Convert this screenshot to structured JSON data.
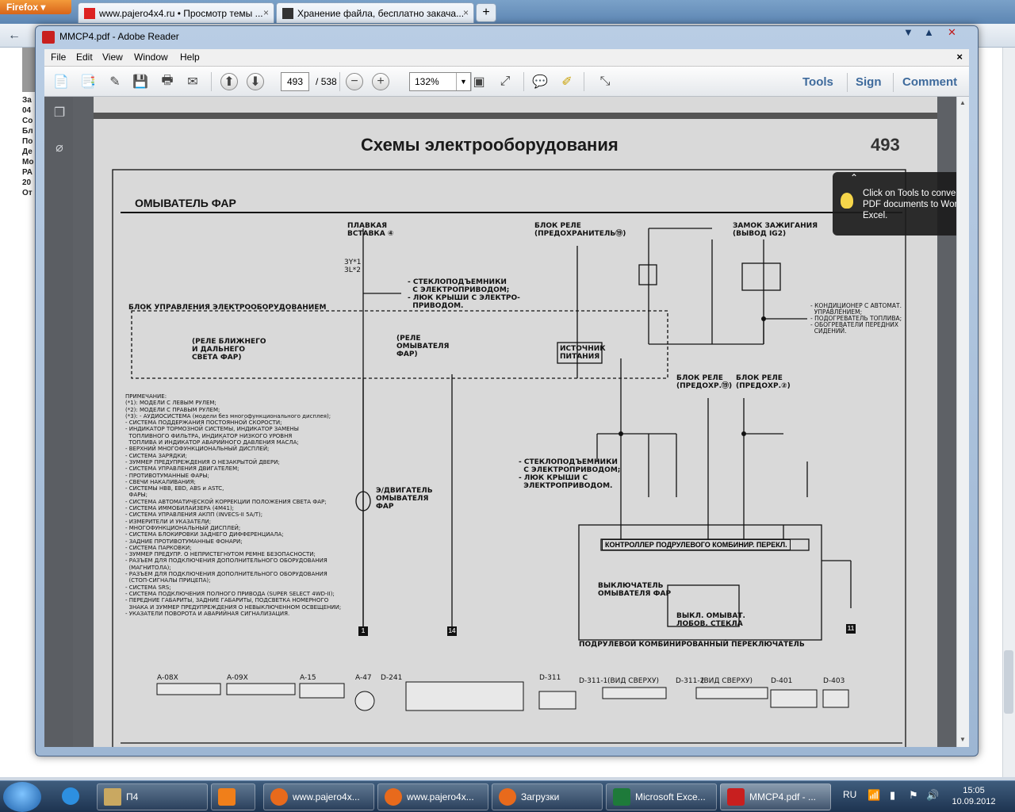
{
  "firefox": {
    "menu_button": "Firefox",
    "tabs": [
      {
        "label": "www.pajero4x4.ru • Просмотр темы ...",
        "close": "×"
      },
      {
        "label": "Хранение файла, бесплатно закача...",
        "close": "×"
      }
    ],
    "new_tab": "+",
    "sidebar_text": [
      "За",
      "04",
      "Со",
      "Бл",
      "По",
      "Де",
      "Мо",
      "РА",
      "20",
      "От"
    ]
  },
  "reader": {
    "window_title": "MMCP4.pdf - Adobe Reader",
    "window_controls": {
      "minimize": "▼",
      "maximize": "▲",
      "close": "✕"
    },
    "menu": [
      "File",
      "Edit",
      "View",
      "Window",
      "Help"
    ],
    "menu_close": "×",
    "toolbar": {
      "current_page": "493",
      "page_sep": "/",
      "total_pages": "538",
      "zoom": "132%",
      "tools": "Tools",
      "sign": "Sign",
      "comment": "Comment"
    },
    "tooltip": "Click on Tools to convert PDF documents to Word or Excel."
  },
  "pdf_page": {
    "title": "Схемы электрооборудования",
    "page_number": "493",
    "section": "ОМЫВАТЕЛЬ ФАР",
    "labels": {
      "fuse": "ПЛАВКАЯ\nВСТАВКА ④",
      "fuse_codes": "3Y*1\n3L*2",
      "power_windows": "- СТЕКЛОПОДЪЕМНИКИ\n  С ЭЛЕКТРОПРИВОДОМ;\n- ЛЮК КРЫШИ С ЭЛЕКТРО-\n  ПРИВОДОМ.",
      "relay_block": "БЛОК РЕЛЕ\n(ПРЕДОХРАНИТЕЛЬ⑲)",
      "ignition": "ЗАМОК ЗАЖИГАНИЯ\n(ВЫВОД IG2)",
      "control_unit": "БЛОК УПРАВЛЕНИЯ ЭЛЕКТРООБОРУДОВАНИЕМ",
      "relay_beam": "(РЕЛЕ БЛИЖНЕГО\nИ ДАЛЬНЕГО\nСВЕТА ФАР)",
      "relay_washer": "(РЕЛЕ\nОМЫВАТЕЛЯ\nФАР)",
      "power_source": "ИСТОЧНИК\nПИТАНИЯ",
      "aircon": "- КОНДИЦИОНЕР С АВТОМАТ.\n  УПРАВЛЕНИЕМ;\n- ПОДОГРЕВАТЕЛЬ ТОПЛИВА;\n- ОБОГРЕВАТЕЛИ ПЕРЕДНИХ\n  СИДЕНИЙ.",
      "relay_fuse_19": "БЛОК РЕЛЕ\n(ПРЕДОХР.⑲)",
      "relay_fuse_2": "БЛОК РЕЛЕ\n(ПРЕДОХР.②)",
      "windows2": "- СТЕКЛОПОДЪЕМНИКИ\n  С ЭЛЕКТРОПРИВОДОМ;\n- ЛЮК КРЫШИ С\n  ЭЛЕКТРОПРИВОДОМ.",
      "motor": "Э/ДВИГАТЕЛЬ\nОМЫВАТЕЛЯ\nФАР",
      "column_ctrl": "КОНТРОЛЛЕР ПОДРУЛЕВОГО КОМБИНИР. ПЕРЕКЛ.",
      "washer_switch": "ВЫКЛЮЧАТЕЛЬ\nОМЫВАТЕЛЯ ФАР",
      "windshield_switch": "ВЫКЛ. ОМЫВАТ.\nЛОБОВ. СТЕКЛА",
      "column_switch": "ПОДРУЛЕВОЙ КОМБИНИРОВАННЫЙ ПЕРЕКЛЮЧАТЕЛЬ",
      "view_top_1": "(ВИД СВЕРХУ)",
      "view_top_2": "(ВИД СВЕРХУ)"
    },
    "notes": "ПРИМЕЧАНИЕ:\n(*1): МОДЕЛИ С ЛЕВЫМ РУЛЕМ;\n(*2): МОДЕЛИ С ПРАВЫМ РУЛЕМ;\n(*3): - АУДИОСИСТЕМА (модели без многофункционального дисплея);\n- СИСТЕМА ПОДДЕРЖАНИЯ ПОСТОЯННОЙ СКОРОСТИ;\n- ИНДИКАТОР ТОРМОЗНОЙ СИСТЕМЫ, ИНДИКАТОР ЗАМЕНЫ\n  ТОПЛИВНОГО ФИЛЬТРА, ИНДИКАТОР НИЗКОГО УРОВНЯ\n  ТОПЛИВА И ИНДИКАТОР АВАРИЙНОГО ДАВЛЕНИЯ МАСЛА;\n- ВЕРХНИЙ МНОГОФУНКЦИОНАЛЬНЫЙ ДИСПЛЕЙ;\n- СИСТЕМА ЗАРЯДКИ;\n- ЗУММЕР ПРЕДУПРЕЖДЕНИЯ О НЕЗАКРЫТОЙ ДВЕРИ;\n- СИСТЕМА УПРАВЛЕНИЯ ДВИГАТЕЛЕМ;\n- ПРОТИВОТУМАННЫЕ ФАРЫ;\n- СВЕЧИ НАКАЛИВАНИЯ;\n- СИСТЕМЫ HBB, EBD, ABS и ASTC,\n  ФАРЫ;\n- СИСТЕМА АВТОМАТИЧЕСКОЙ КОРРЕКЦИИ ПОЛОЖЕНИЯ СВЕТА ФАР;\n- СИСТЕМА ИММОБИЛАЙЗЕРА (4М41);\n- СИСТЕМА УПРАВЛЕНИЯ АКПП (INVECS-II 5A/T);\n- ИЗМЕРИТЕЛИ И УКАЗАТЕЛИ;\n- МНОГОФУНКЦИОНАЛЬНЫЙ ДИСПЛЕЙ;\n- СИСТЕМА БЛОКИРОВКИ ЗАДНЕГО ДИФФЕРЕНЦИАЛА;\n- ЗАДНИЕ ПРОТИВОТУМАННЫЕ ФОНАРИ;\n- СИСТЕМА ПАРКОВКИ;\n- ЗУММЕР ПРЕДУПР. О НЕПРИСТЕГНУТОМ РЕМНЕ БЕЗОПАСНОСТИ;\n- РАЗЪЕМ ДЛЯ ПОДКЛЮЧЕНИЯ ДОПОЛНИТЕЛЬНОГО ОБОРУДОВАНИЯ\n  (МАГНИТОЛА);\n- РАЗЪЕМ ДЛЯ ПОДКЛЮЧЕНИЯ ДОПОЛНИТЕЛЬНОГО ОБОРУДОВАНИЯ\n  (СТОП-СИГНАЛЫ ПРИЦЕПА);\n- СИСТЕМА SRS;\n- СИСТЕМА ПОДКЛЮЧЕНИЯ ПОЛНОГО ПРИВОДА (SUPER SELECT 4WD-II);\n- ПЕРЕДНИЕ ГАБАРИТЫ, ЗАДНИЕ ГАБАРИТЫ, ПОДСВЕТКА НОМЕРНОГО\n  ЗНАКА И ЗУММЕР ПРЕДУПРЕЖДЕНИЯ О НЕВЫКЛЮЧЕННОМ ОСВЕЩЕНИИ;\n- УКАЗАТЕЛИ ПОВОРОТА И АВАРИЙНАЯ СИГНАЛИЗАЦИЯ.",
    "connectors": [
      "A-08X",
      "A-09X",
      "A-15",
      "A-47",
      "D-241",
      "D-311",
      "D-311-1",
      "D-311-2",
      "D-401",
      "D-403"
    ],
    "grounds": [
      "1",
      "14",
      "11"
    ]
  },
  "taskbar": {
    "items": [
      {
        "label": "П4"
      },
      {
        "label": ""
      },
      {
        "label": "www.pajero4x..."
      },
      {
        "label": "www.pajero4x..."
      },
      {
        "label": "Загрузки"
      },
      {
        "label": "Microsoft Exce..."
      },
      {
        "label": "MMCP4.pdf - ..."
      }
    ],
    "lang": "RU",
    "time": "15:05",
    "date": "10.09.2012"
  }
}
